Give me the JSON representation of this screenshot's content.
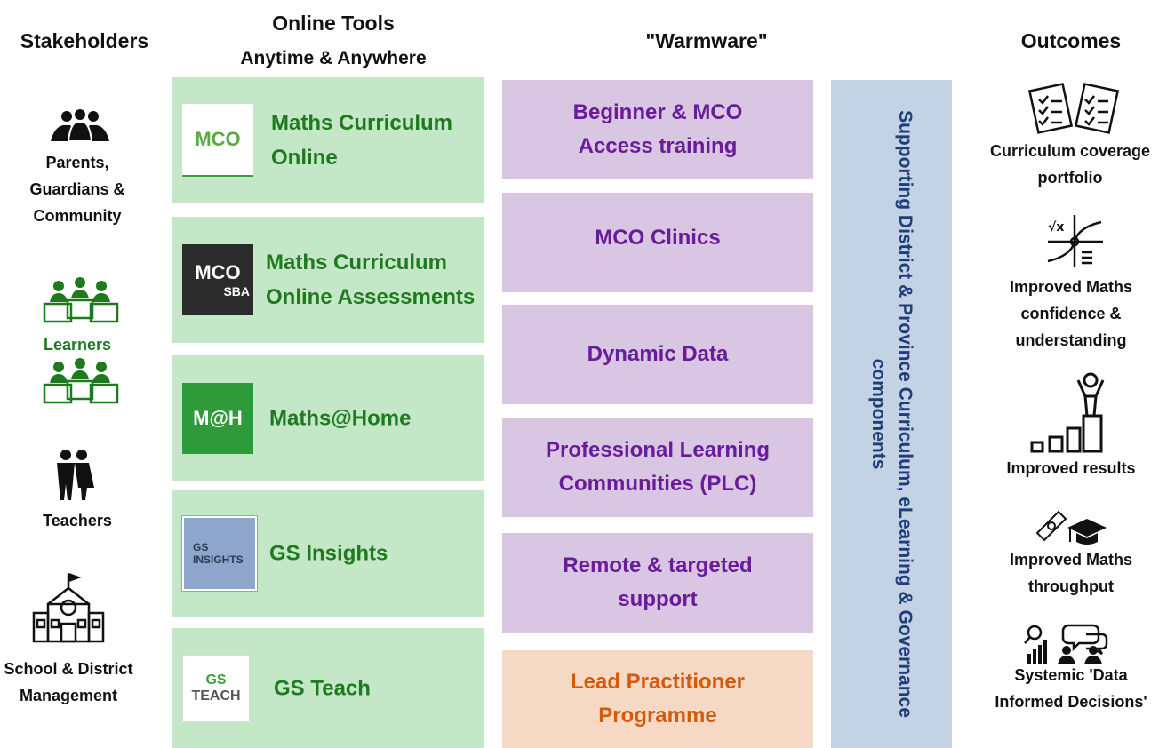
{
  "headers": {
    "stakeholders": "Stakeholders",
    "online_tools": "Online Tools",
    "online_tools_sub": "Anytime & Anywhere",
    "warmware": "\"Warmware\"",
    "outcomes": "Outcomes"
  },
  "stakeholders": [
    {
      "label": "Parents, Guardians & Community",
      "icon": "people-group-icon"
    },
    {
      "label": "Learners",
      "icon": "learners-icon"
    },
    {
      "label": "Teachers",
      "icon": "teachers-icon"
    },
    {
      "label": "School & District Management",
      "icon": "school-building-icon"
    }
  ],
  "tools": [
    {
      "label": "Maths Curriculum Online",
      "logo": "MCO"
    },
    {
      "label": "Maths Curriculum Online Assessments",
      "logo": "MCO",
      "logo_sub": "SBA"
    },
    {
      "label": "Maths@Home",
      "logo": "M@H"
    },
    {
      "label": "GS Insights",
      "logo": "GS INSIGHTS"
    },
    {
      "label": "GS Teach",
      "logo": "GS",
      "logo_sub": "TEACH"
    }
  ],
  "warmware": [
    {
      "label": "Beginner & MCO Access training"
    },
    {
      "label": "MCO Clinics"
    },
    {
      "label": "Dynamic Data"
    },
    {
      "label": "Professional Learning Communities (PLC)"
    },
    {
      "label": "Remote & targeted support"
    },
    {
      "label": "Lead Practitioner Programme"
    }
  ],
  "support_bar": {
    "label": "Supporting District & Province Curriculum, eLearning & Governance components"
  },
  "outcomes": [
    {
      "label": "Curriculum coverage portfolio",
      "icon": "checklist-documents-icon"
    },
    {
      "label": "Improved Maths confidence & understanding",
      "icon": "math-graph-icon"
    },
    {
      "label": "Improved results",
      "icon": "podium-person-icon"
    },
    {
      "label": "Improved Maths throughput",
      "icon": "graduation-diploma-icon"
    },
    {
      "label": "Systemic 'Data Informed Decisions'",
      "icon": "data-discussion-icon"
    }
  ],
  "colors": {
    "tool_bg": "#c4e7c8",
    "tool_text": "#1f7a1f",
    "warm_bg": "#d8c6e2",
    "warm_text": "#6a1b9a",
    "lead_bg": "#f5d9c5",
    "lead_text": "#d45a0c",
    "bar_bg": "#c3d3e3",
    "bar_text": "#1f3d7a"
  }
}
